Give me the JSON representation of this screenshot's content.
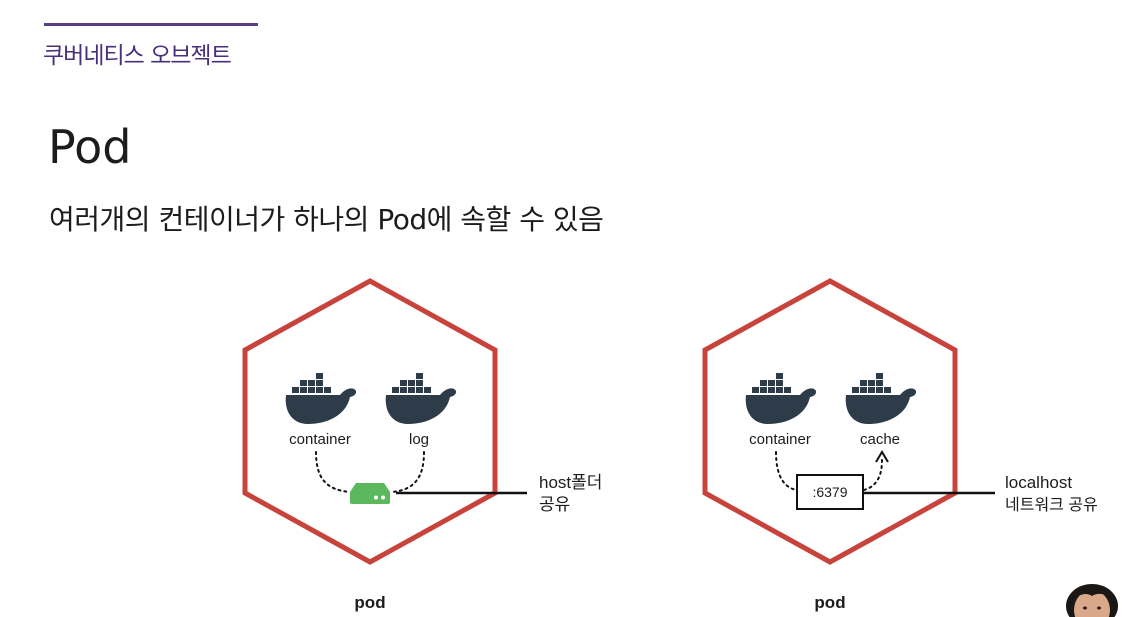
{
  "header": {
    "section_title": "쿠버네티스 오브젝트",
    "page_title": "Pod",
    "subtitle": "여러개의 컨테이너가 하나의 Pod에 속할 수 있음"
  },
  "colors": {
    "accent_rule": "#5a3f87",
    "section_title": "#4a2f7a",
    "hexagon": "#c8433c",
    "whale": "#2e3b48",
    "storage": "#5cb85c",
    "line": "#111111"
  },
  "pods": [
    {
      "label": "pod",
      "containers": [
        {
          "label": "container",
          "icon": "docker-whale-icon"
        },
        {
          "label": "log",
          "icon": "docker-whale-icon"
        }
      ],
      "shared_resource": {
        "icon": "storage-drive-icon"
      },
      "callout": {
        "line1": "host폴더",
        "line2": "공유"
      }
    },
    {
      "label": "pod",
      "containers": [
        {
          "label": "container",
          "icon": "docker-whale-icon"
        },
        {
          "label": "cache",
          "icon": "docker-whale-icon"
        }
      ],
      "shared_resource": {
        "port_label": ":6379"
      },
      "callout": {
        "line1": "localhost",
        "line2": "네트워크 공유"
      }
    }
  ],
  "presenter": {
    "icon": "presenter-webcam-thumbnail"
  }
}
